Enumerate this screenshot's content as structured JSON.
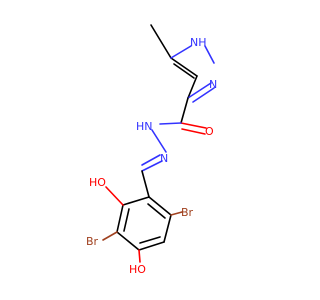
{
  "molecule": {
    "atom_labels": {
      "nh_ring": "NH",
      "n_ring": "N",
      "o_carbonyl": "O",
      "nh_hydrazide": "HN",
      "n_imine": "N",
      "oh_ortho": "HO",
      "br_left": "Br",
      "br_right": "Br",
      "oh_para": "HO"
    },
    "colors": {
      "carbon_bond": "#000000",
      "nitrogen": "#3333ff",
      "oxygen": "#ff0000",
      "bromine": "#a0411f",
      "background": "#ffffff"
    }
  }
}
